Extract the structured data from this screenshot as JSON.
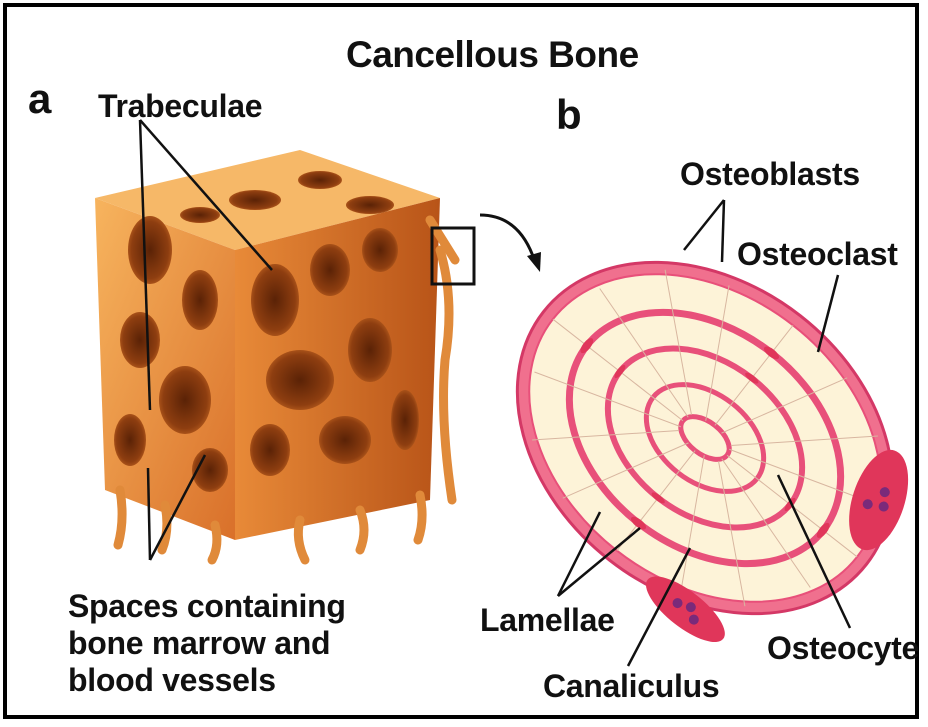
{
  "title": "Cancellous Bone",
  "panels": {
    "a": "a",
    "b": "b"
  },
  "labels": {
    "trabeculae": "Trabeculae",
    "spaces_line1": "Spaces containing",
    "spaces_line2": "bone marrow and",
    "spaces_line3": "blood vessels",
    "osteoblasts": "Osteoblasts",
    "osteoclast": "Osteoclast",
    "lamellae": "Lamellae",
    "canaliculus": "Canaliculus",
    "osteocyte": "Osteocyte"
  },
  "colors": {
    "bone_light": "#f3a04a",
    "bone_mid": "#dd7a2a",
    "bone_dark": "#8a3a0c",
    "cell_pink": "#e8507a",
    "lamella_cream": "#fdf3d8",
    "osteoclast_red": "#e0365a",
    "nucleus_purple": "#7a2a7a"
  }
}
